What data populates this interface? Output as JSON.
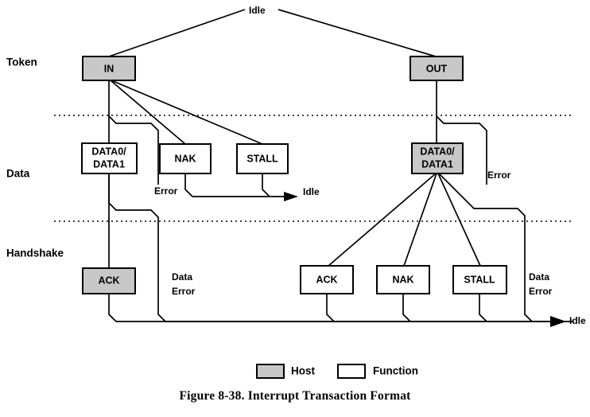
{
  "figure": {
    "caption": "Figure 8-38.  Interrupt Transaction Format",
    "title": "Interrupt Transaction Format",
    "number": "Figure 8-38."
  },
  "colors": {
    "host_fill": "#c8c8c8",
    "function_fill": "#ffffff",
    "line": "#000000",
    "background": "#ffffff"
  },
  "rows": [
    {
      "id": "token",
      "label": "Token"
    },
    {
      "id": "data",
      "label": "Data"
    },
    {
      "id": "handshake",
      "label": "Handshake"
    }
  ],
  "nodes": [
    {
      "id": "in-token",
      "label": "IN",
      "owner": "Host",
      "row": "token"
    },
    {
      "id": "out-token",
      "label": "OUT",
      "owner": "Host",
      "row": "token"
    },
    {
      "id": "in-data",
      "label": "DATA0/\nDATA1",
      "line1": "DATA0/",
      "line2": "DATA1",
      "owner": "Function",
      "row": "data"
    },
    {
      "id": "in-nak",
      "label": "NAK",
      "owner": "Function",
      "row": "data"
    },
    {
      "id": "in-stall",
      "label": "STALL",
      "owner": "Function",
      "row": "data"
    },
    {
      "id": "out-data",
      "label": "DATA0/\nDATA1",
      "line1": "DATA0/",
      "line2": "DATA1",
      "owner": "Host",
      "row": "data"
    },
    {
      "id": "in-ack",
      "label": "ACK",
      "owner": "Host",
      "row": "handshake"
    },
    {
      "id": "out-ack",
      "label": "ACK",
      "owner": "Function",
      "row": "handshake"
    },
    {
      "id": "out-nak",
      "label": "NAK",
      "owner": "Function",
      "row": "handshake"
    },
    {
      "id": "out-stall",
      "label": "STALL",
      "owner": "Function",
      "row": "handshake"
    }
  ],
  "edge_labels": [
    {
      "id": "idle-top",
      "text": "Idle"
    },
    {
      "id": "error-in",
      "text": "Error"
    },
    {
      "id": "idle-mid",
      "text": "Idle"
    },
    {
      "id": "data-error-in",
      "text": "Data\nError",
      "line1": "Data",
      "line2": "Error"
    },
    {
      "id": "error-out",
      "text": "Error"
    },
    {
      "id": "data-error-out",
      "text": "Data\nError",
      "line1": "Data",
      "line2": "Error"
    },
    {
      "id": "idle-bottom",
      "text": "Idle"
    }
  ],
  "legend": {
    "items": [
      {
        "id": "legend-host",
        "label": "Host",
        "fill": "#c8c8c8"
      },
      {
        "id": "legend-function",
        "label": "Function",
        "fill": "#ffffff"
      }
    ]
  }
}
